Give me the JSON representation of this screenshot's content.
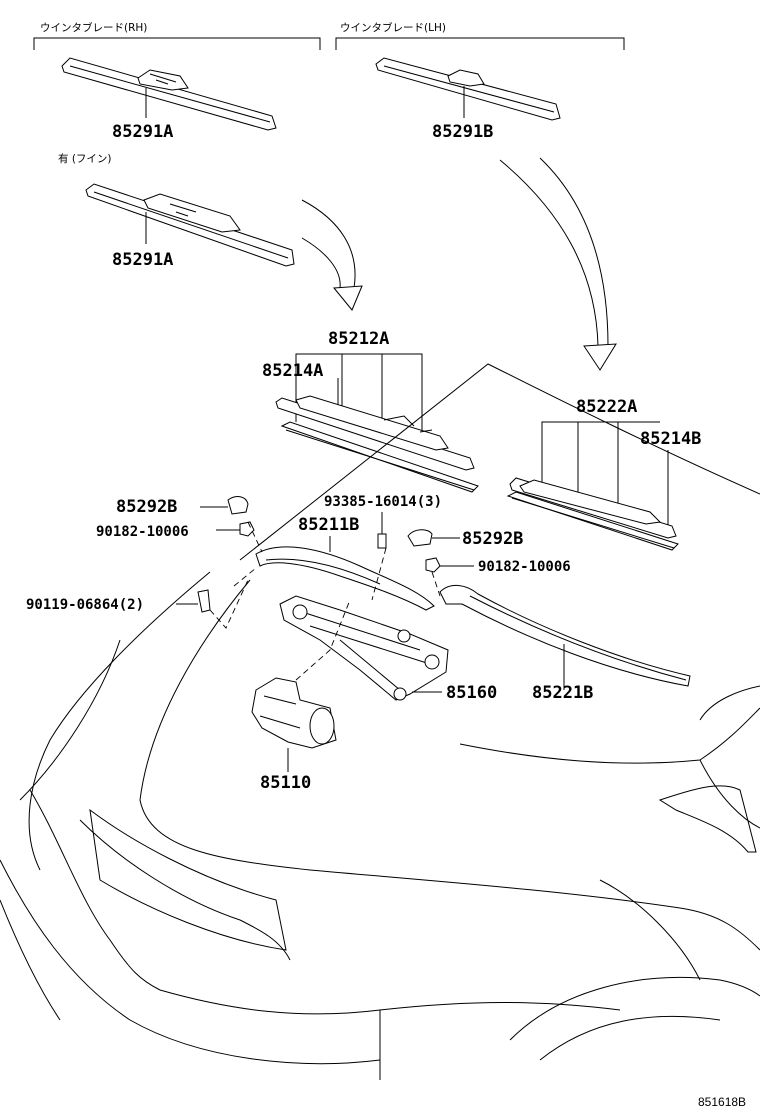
{
  "headers": {
    "rh": "ウインタブレード(RH)",
    "lh": "ウインタブレード(LH)",
    "fine": "有 (フイン)"
  },
  "labels": {
    "blade_rh": "85291A",
    "blade_lh": "85291B",
    "blade_rh_fine": "85291A",
    "blade_assy_rh": "85212A",
    "blade_rubber_rh": "85214A",
    "blade_assy_lh": "85222A",
    "blade_rubber_lh": "85214B",
    "arm_cap_rh": "85292B",
    "nut_rh": "90182-10006",
    "bolt": "93385-16014(3)",
    "arm_rh": "85211B",
    "arm_cap_lh": "85292B",
    "nut_lh": "90182-10006",
    "screw": "90119-06864(2)",
    "link_assy": "85160",
    "arm_lh": "85221B",
    "motor": "85110"
  },
  "reference": "851618B"
}
